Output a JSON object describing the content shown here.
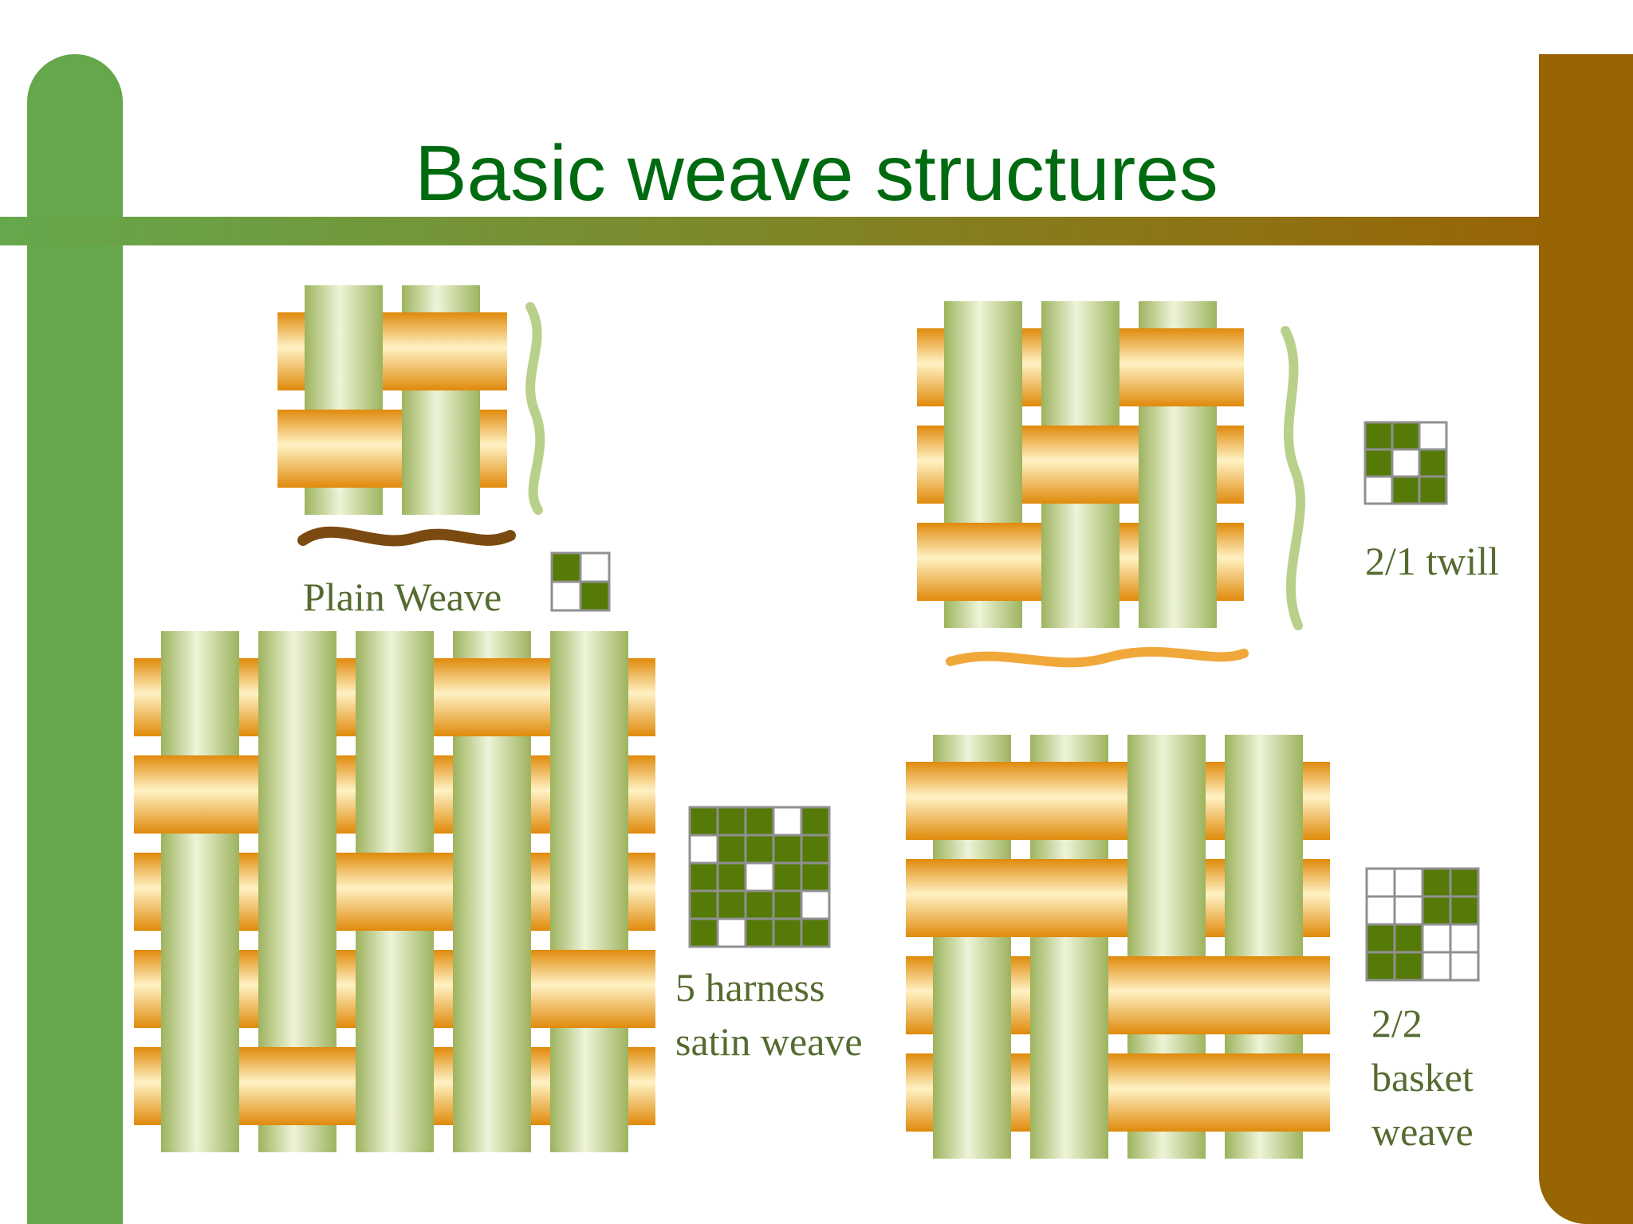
{
  "slide": {
    "title": "Basic weave structures",
    "colors": {
      "title": "#006a10",
      "left_bar": "#65a84c",
      "right_bar": "#986505",
      "warp_light": "#eef4d8",
      "warp_dark": "#9db35e",
      "weft_light": "#fff2c4",
      "weft_dark": "#e08a0b",
      "grid_fill": "#557a08",
      "grid_line": "#909090",
      "label": "#556b2f"
    }
  },
  "weaves": [
    {
      "id": "plain",
      "label_lines": [
        "Plain Weave"
      ],
      "interlacing": [
        [
          1,
          0
        ],
        [
          0,
          1
        ]
      ]
    },
    {
      "id": "twill",
      "label_lines": [
        "2/1 twill"
      ],
      "interlacing": [
        [
          1,
          1,
          0
        ],
        [
          1,
          0,
          1
        ],
        [
          0,
          1,
          1
        ]
      ]
    },
    {
      "id": "satin",
      "label_lines": [
        "5 harness",
        "satin weave"
      ],
      "interlacing": [
        [
          1,
          1,
          1,
          0,
          1
        ],
        [
          0,
          1,
          1,
          1,
          1
        ],
        [
          1,
          1,
          0,
          1,
          1
        ],
        [
          1,
          1,
          1,
          1,
          0
        ],
        [
          1,
          0,
          1,
          1,
          1
        ]
      ]
    },
    {
      "id": "basket",
      "label_lines": [
        "2/2",
        "basket",
        "weave"
      ],
      "interlacing": [
        [
          0,
          0,
          1,
          1
        ],
        [
          0,
          0,
          1,
          1
        ],
        [
          1,
          1,
          0,
          0
        ],
        [
          1,
          1,
          0,
          0
        ]
      ]
    }
  ]
}
